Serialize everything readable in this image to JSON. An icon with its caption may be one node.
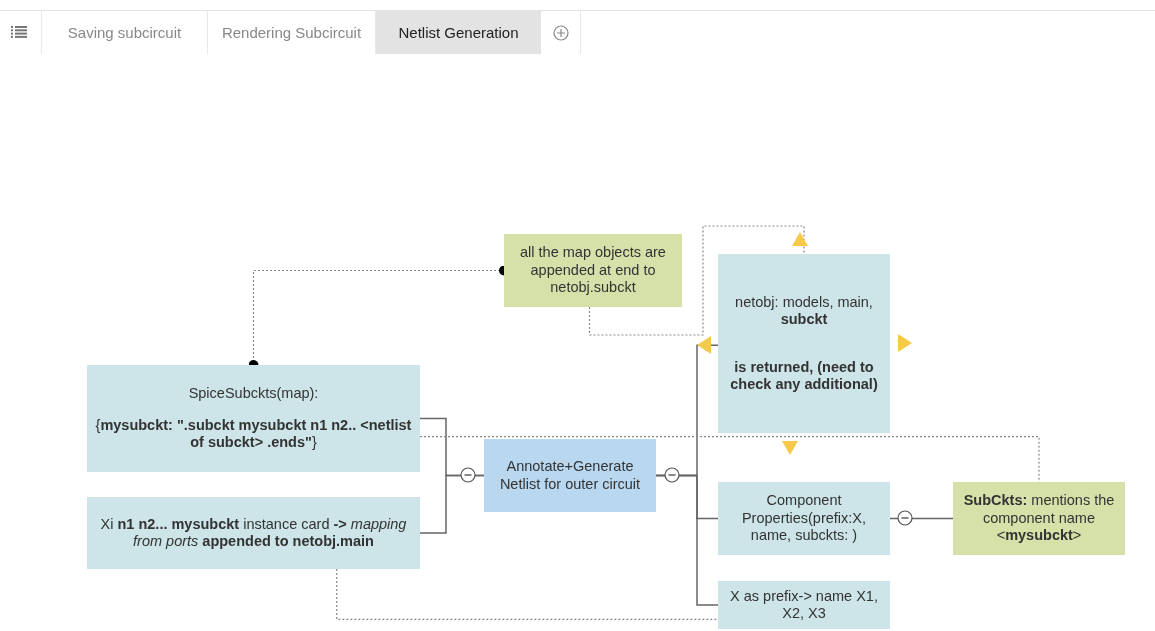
{
  "diagram": {
    "nodes": [
      {
        "text": [
          "SpiceSubckts(map):",
          "{**mysubckt: \".subckt mysubckt n1 n2.. <netlist of subckt> .ends\"**}"
        ]
      },
      {
        "text": [
          "Xi **n1 n2... mysubckt** instance card **->** *mapping from ports* **appended to netobj.main**"
        ]
      },
      {
        "text": [
          "Annotate+Generate Netlist for outer circuit"
        ]
      },
      {
        "text": [
          "all the map objects are appended at end to netobj.subckt"
        ]
      },
      {
        "text": [
          "netobj: models, main, **subckt**",
          "is returned, (need to check any additional)"
        ]
      },
      {
        "text": [
          "Component Properties(prefix:X, name, subckts: )"
        ]
      },
      {
        "text": [
          "X as prefix-> name X1, X2, X3"
        ]
      },
      {
        "text": [
          "**SubCkts:** mentions the component name <**mysubckt**>"
        ]
      }
    ],
    "edges": [
      {
        "from": 2,
        "to": 0,
        "arrow": "none"
      },
      {
        "from": 2,
        "to": 1,
        "arrow": "none"
      },
      {
        "from": 2,
        "to": 4,
        "arrow": "none"
      },
      {
        "from": 2,
        "to": 5,
        "arrow": "none"
      },
      {
        "from": 2,
        "to": 6,
        "arrow": "none"
      },
      {
        "from": 5,
        "to": 7,
        "arrow": "none"
      },
      {
        "from": 3,
        "to": 0,
        "arrow": "other",
        "style": "dashed"
      },
      {
        "from": 3,
        "to": 4,
        "arrow": "none",
        "style": "dashed"
      },
      {
        "from": 0,
        "to": 7,
        "arrow": "none",
        "style": "dashed"
      },
      {
        "from": 1,
        "to": 6,
        "arrow": "none",
        "style": "dashed"
      }
    ],
    "labels": [
      "Saving subcircuit",
      "Rendering Subcircuit",
      "Netlist Generation"
    ]
  }
}
